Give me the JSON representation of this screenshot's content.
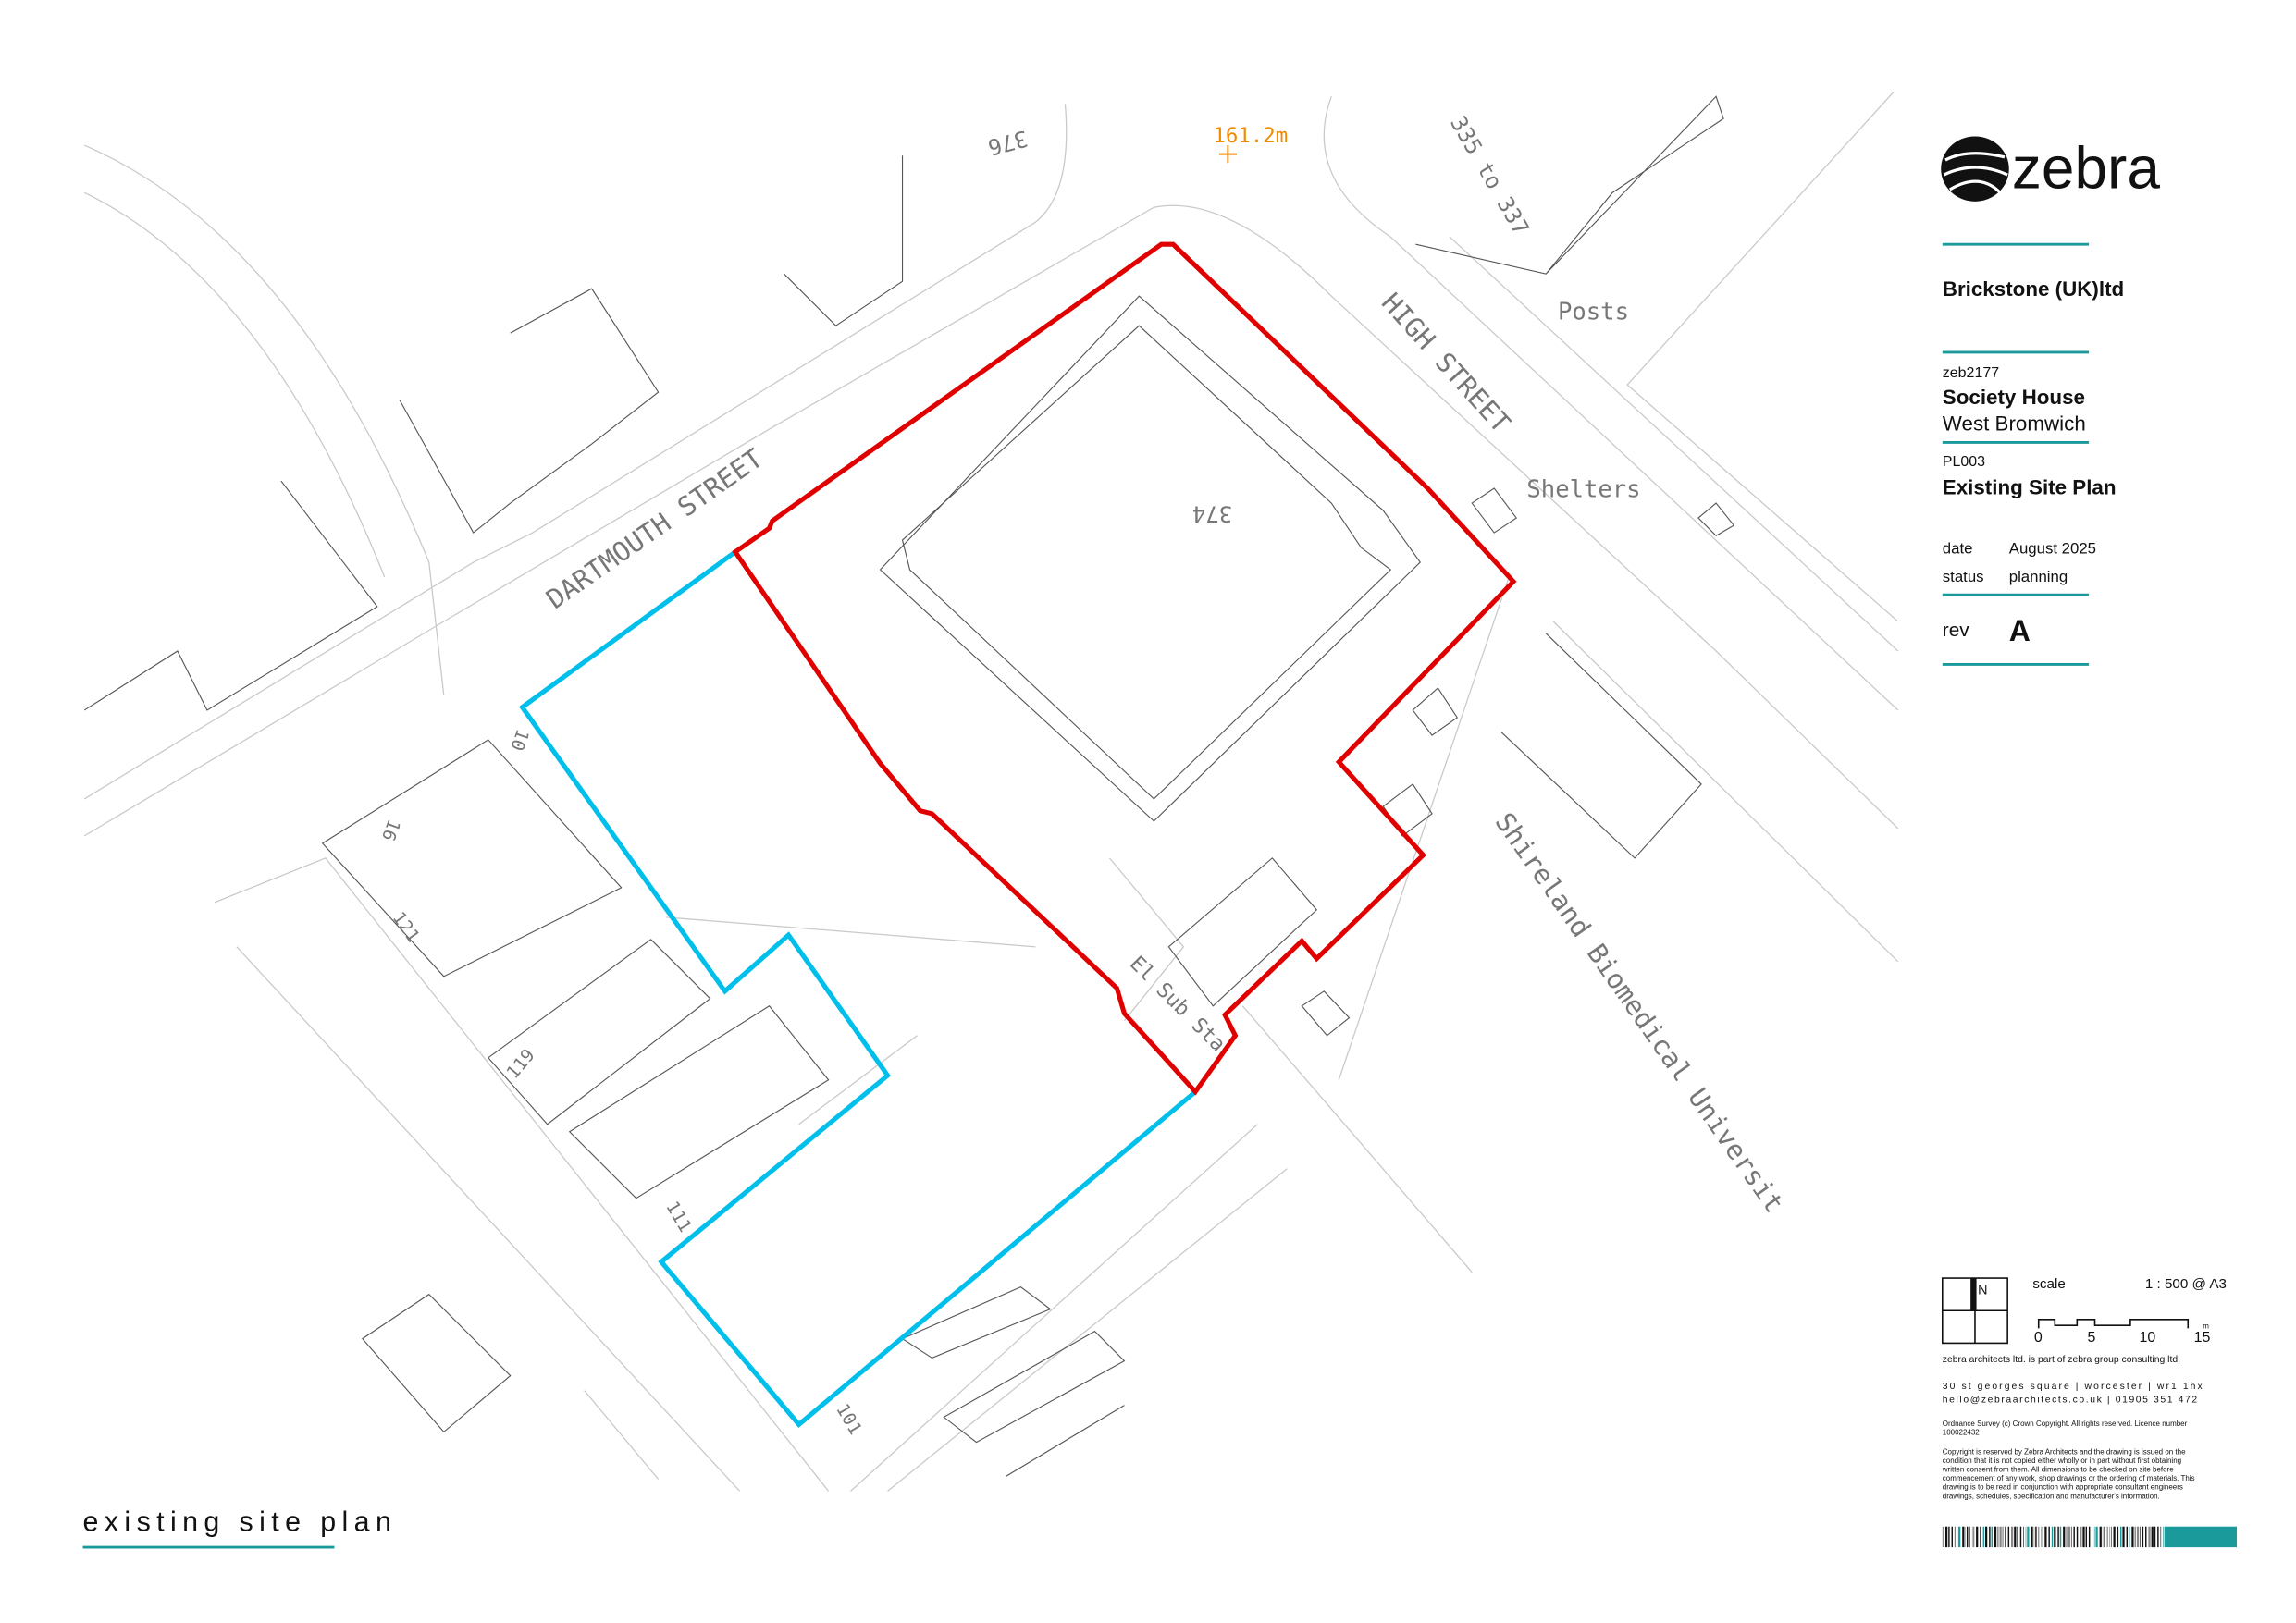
{
  "drawing_label": "existing site plan",
  "map": {
    "streets": [
      "DARTMOUTH STREET",
      "HIGH STREET"
    ],
    "labels": {
      "posts": "Posts",
      "shelters": "Shelters",
      "building_374": "374",
      "building_376": "376",
      "range_335_337": "335 to 337",
      "spot_height": "161.2m",
      "university": "Shireland Biomedical Universit",
      "substation": "El Sub Sta"
    },
    "house_numbers": [
      "10",
      "16",
      "121",
      "119",
      "111",
      "101"
    ],
    "colors": {
      "site_boundary": "#e00000",
      "ownership_boundary": "#00bfea",
      "spot_height": "#f08a00"
    }
  },
  "title_block": {
    "logo_text": "zebra",
    "client": "Brickstone (UK)ltd",
    "job_number": "zeb2177",
    "project_name": "Society House",
    "project_location": "West Bromwich",
    "drawing_number": "PL003",
    "drawing_title": "Existing Site Plan",
    "date_label": "date",
    "date_value": "August 2025",
    "status_label": "status",
    "status_value": "planning",
    "rev_label": "rev",
    "rev_value": "A",
    "north_label": "N",
    "scale_label": "scale",
    "scale_value": "1 : 500  @  A3",
    "scale_ticks": [
      "0",
      "5",
      "10",
      "15"
    ],
    "scale_unit": "m",
    "group_note": "zebra architects ltd. is part of zebra group consulting ltd.",
    "address": "30 st georges square | worcester | wr1 1hx",
    "contact": "hello@zebraarchitects.co.uk | 01905 351 472",
    "os_line1": "Ordnance Survey (c) Crown Copyright. All rights reserved. Licence number",
    "os_line2": "100022432",
    "copyright": [
      "Copyright is reserved by Zebra Architects and the drawing is issued on the",
      "condition that it is not copied either wholly or in part without first obtaining",
      "written consent from them. All dimensions to be checked on site before",
      "commencement of any work, shop drawings or the ordering of materials. This",
      "drawing is to be read in conjunction with appropriate consultant engineers",
      "drawings, schedules, specification and manufacturer's information."
    ],
    "accent": "#1a9a9a"
  }
}
